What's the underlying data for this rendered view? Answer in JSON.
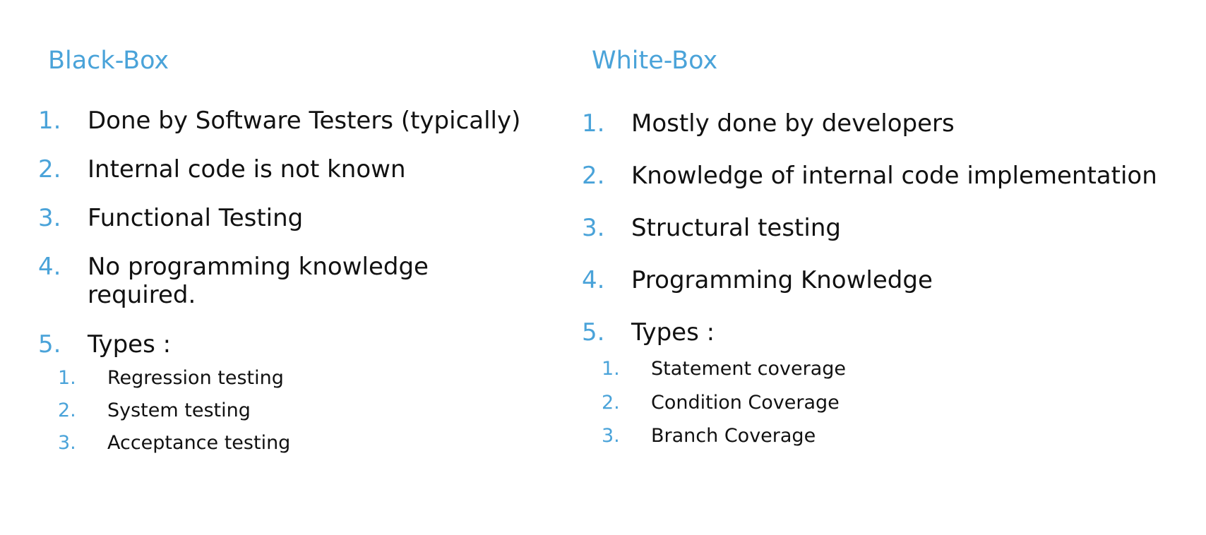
{
  "accent_color": "#4aa3d9",
  "text_color": "#111111",
  "left": {
    "title": "Black-Box",
    "items": [
      {
        "num": "1.",
        "text": "Done by Software Testers (typically)"
      },
      {
        "num": "2.",
        "text": "Internal code is not known"
      },
      {
        "num": "3.",
        "text": "Functional Testing"
      },
      {
        "num": "4.",
        "text": "No programming knowledge",
        "text2": "required."
      },
      {
        "num": "5.",
        "text": "Types :"
      }
    ],
    "subitems": [
      {
        "num": "1.",
        "text": "Regression testing"
      },
      {
        "num": "2.",
        "text": "System testing"
      },
      {
        "num": "3.",
        "text": "Acceptance testing"
      }
    ]
  },
  "right": {
    "title": "White-Box",
    "items": [
      {
        "num": "1.",
        "text": "Mostly done by developers"
      },
      {
        "num": "2.",
        "text": "Knowledge of internal code implementation"
      },
      {
        "num": "3.",
        "text": "Structural testing"
      },
      {
        "num": "4.",
        "text": "Programming Knowledge"
      },
      {
        "num": "5.",
        "text": "Types :"
      }
    ],
    "subitems": [
      {
        "num": "1.",
        "text": "Statement coverage"
      },
      {
        "num": "2.",
        "text": "Condition Coverage"
      },
      {
        "num": "3.",
        "text": "Branch Coverage"
      }
    ]
  }
}
